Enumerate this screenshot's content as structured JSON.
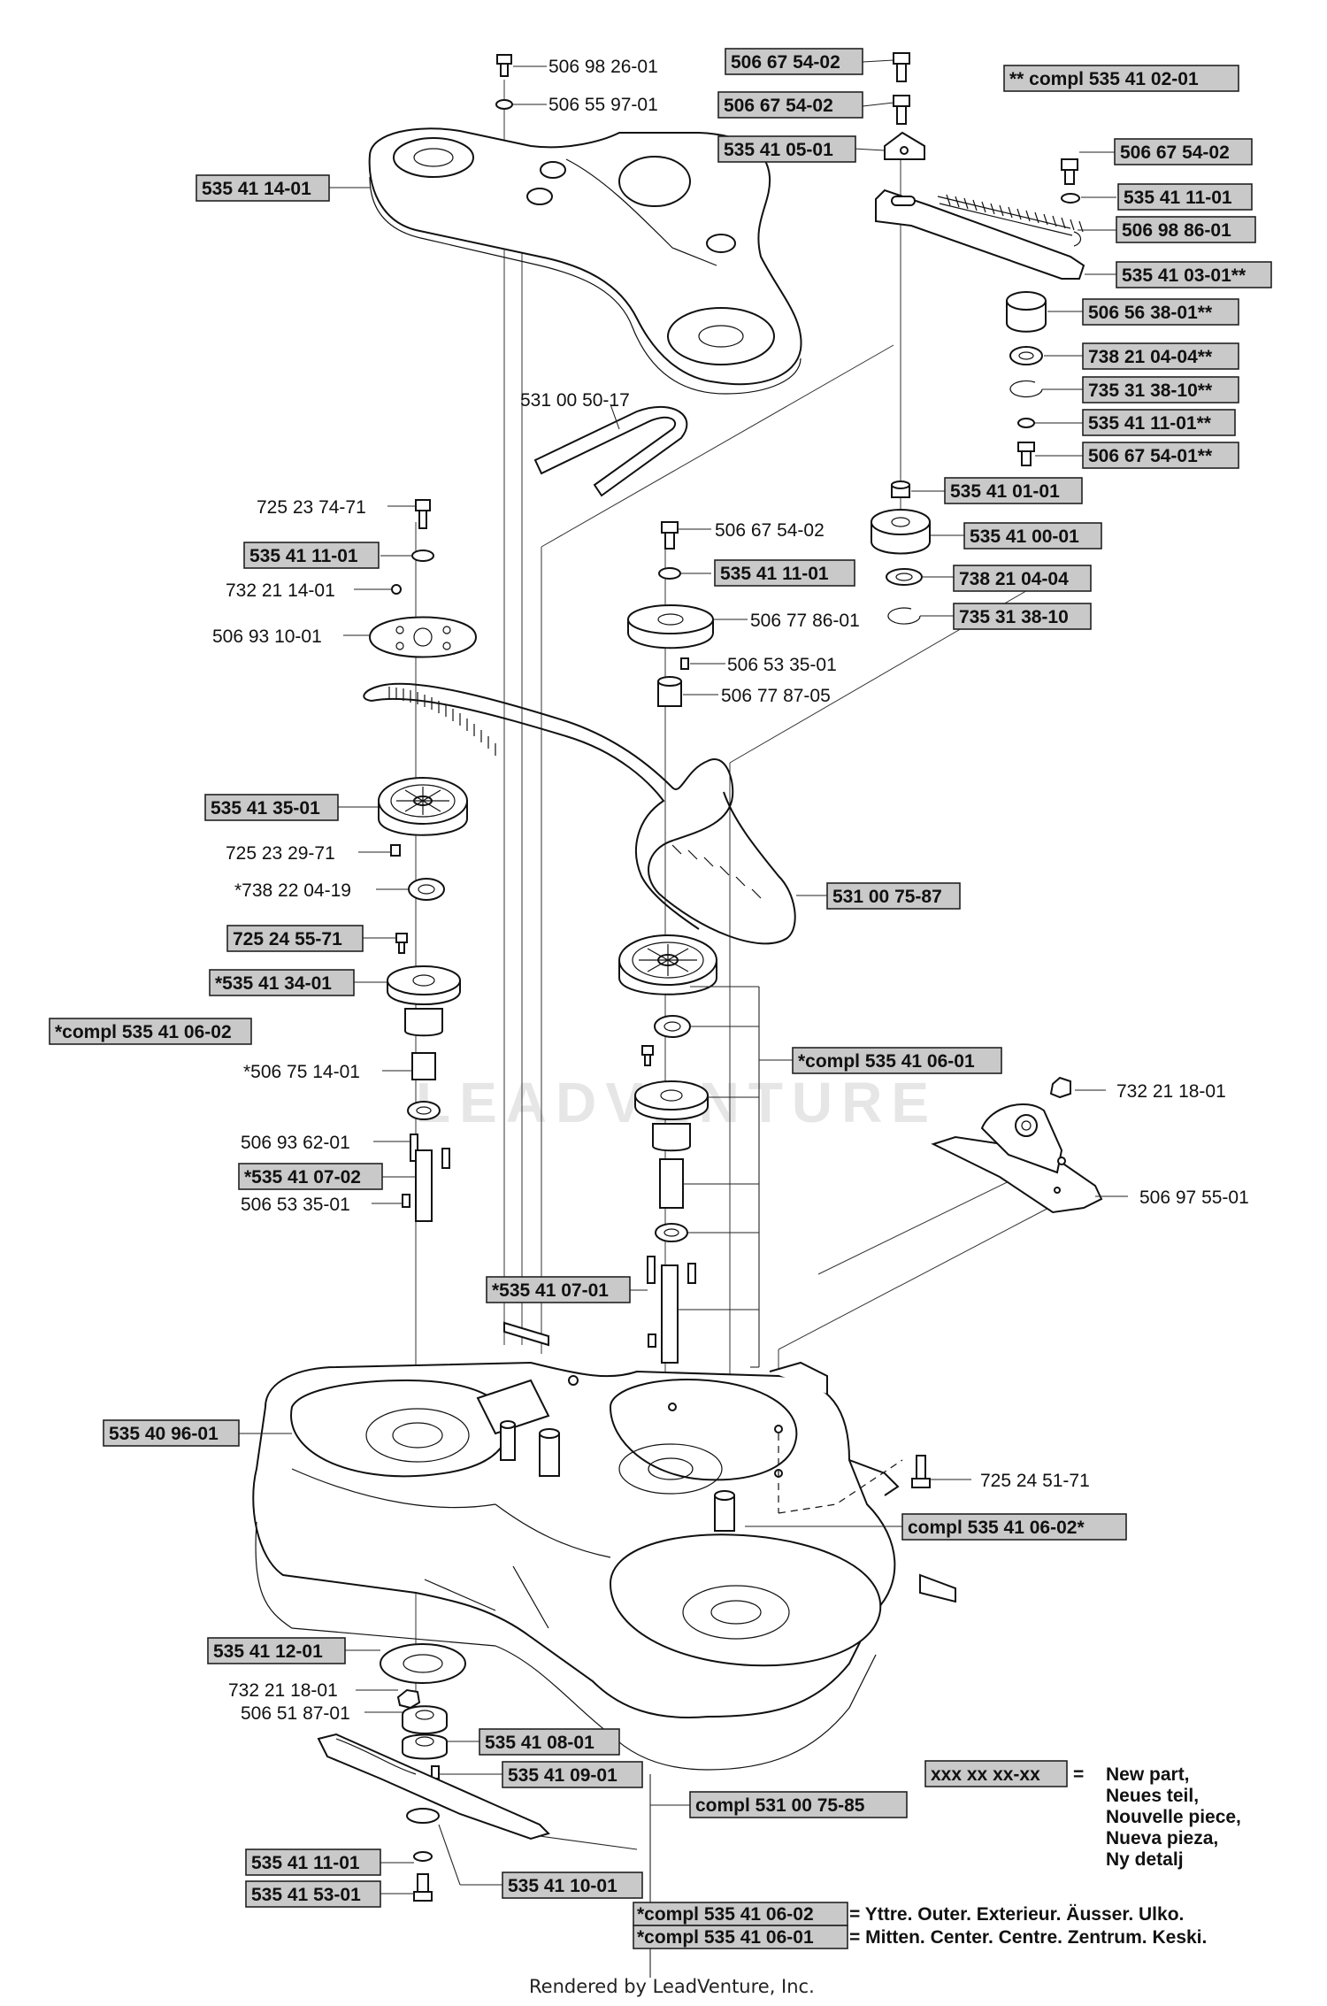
{
  "labels": {
    "p1": "506 98 26-01",
    "p2": "506 55 97-01",
    "p3": "535 41 14-01",
    "p4": "506 67 54-02",
    "p5": "506 67 54-02",
    "p6": "535 41 05-01",
    "p7": "** compl 535 41 02-01",
    "p8": "506 67 54-02",
    "p9": "535 41 11-01",
    "p10": "506 98 86-01",
    "p11": "535 41 03-01**",
    "p12": "506 56 38-01**",
    "p13": "738 21 04-04**",
    "p14": "735 31 38-10**",
    "p15": "535 41 11-01**",
    "p16": "506 67 54-01**",
    "p17": "531 00 50-17",
    "p18": "535 41 01-01",
    "p19": "535 41 00-01",
    "p20": "738 21 04-04",
    "p21": "735 31 38-10",
    "p22": "725 23 74-71",
    "p23": "535 41 11-01",
    "p24": "732 21 14-01",
    "p25": "506 93 10-01",
    "p26": "506 67 54-02",
    "p27": "535 41 11-01",
    "p28": "506 77 86-01",
    "p29": "506 53 35-01",
    "p30": "506 77 87-05",
    "p31": "535 41 35-01",
    "p32": "725 23 29-71",
    "p33": "*738 22 04-19",
    "p34": "531 00 75-87",
    "p35": "725 24 55-71",
    "p36": "*535 41 34-01",
    "p37": "*compl 535 41 06-02",
    "p38": "*compl 535 41 06-01",
    "p39": "*506 75 14-01",
    "p40": "732 21 18-01",
    "p41": "506 93 62-01",
    "p42": "*535 41 07-02",
    "p43": "506 53 35-01",
    "p44": "506 97 55-01",
    "p45": "*535 41 07-01",
    "p46": "535 40 96-01",
    "p47": "725 24 51-71",
    "p48": "compl 535 41 06-02*",
    "p49": "535 41 12-01",
    "p50": "732 21 18-01",
    "p51": "506 51 87-01",
    "p52": "535 41 08-01",
    "p53": "535 41 09-01",
    "p54": "compl 531 00 75-85",
    "p55": "535 41 11-01",
    "p56": "535 41 10-01",
    "p57": "535 41 53-01"
  },
  "legend": {
    "new_part_code": "xxx xx xx-xx",
    "equals": "=",
    "new_part_lines": [
      "New part,",
      "Neues teil,",
      "Nouvelle piece,",
      "Nueva pieza,",
      "Ny detalj"
    ],
    "outer_code": "*compl 535 41 06-02",
    "outer_text": "= Yttre. Outer. Exterieur. Äusser. Ulko.",
    "center_code": "*compl 535 41 06-01",
    "center_text": "= Mitten. Center. Centre. Zentrum. Keski."
  },
  "watermark": "LEADVENTURE",
  "footer": "Rendered by LeadVenture, Inc."
}
